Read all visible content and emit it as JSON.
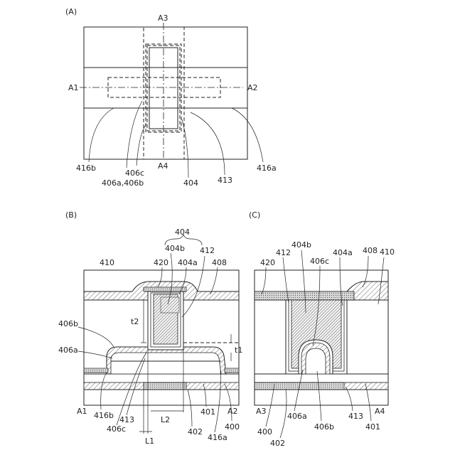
{
  "panels": {
    "a": {
      "label": "(A)",
      "section_top": "A3",
      "section_bottom": "A4",
      "section_left": "A1",
      "section_right": "A2",
      "refs": [
        "416b",
        "406c",
        "406a,406b",
        "404",
        "413",
        "416a"
      ]
    },
    "b": {
      "label": "(B)",
      "group_label": "404",
      "refs_top": [
        "410",
        "420",
        "404b",
        "404a",
        "412",
        "408"
      ],
      "refs_left": [
        "406b",
        "406a"
      ],
      "dims": [
        "t2",
        "t1",
        "L2",
        "L1"
      ],
      "section_left": "A1",
      "section_right": "A2",
      "refs_bottom": [
        "416b",
        "413",
        "406c",
        "402",
        "401",
        "400",
        "416a"
      ]
    },
    "c": {
      "label": "(C)",
      "refs_top": [
        "420",
        "412",
        "404b",
        "406c",
        "404a",
        "408",
        "410"
      ],
      "section_left": "A3",
      "section_right": "A4",
      "refs_bottom": [
        "400",
        "402",
        "406a",
        "406b",
        "413",
        "401"
      ]
    }
  }
}
